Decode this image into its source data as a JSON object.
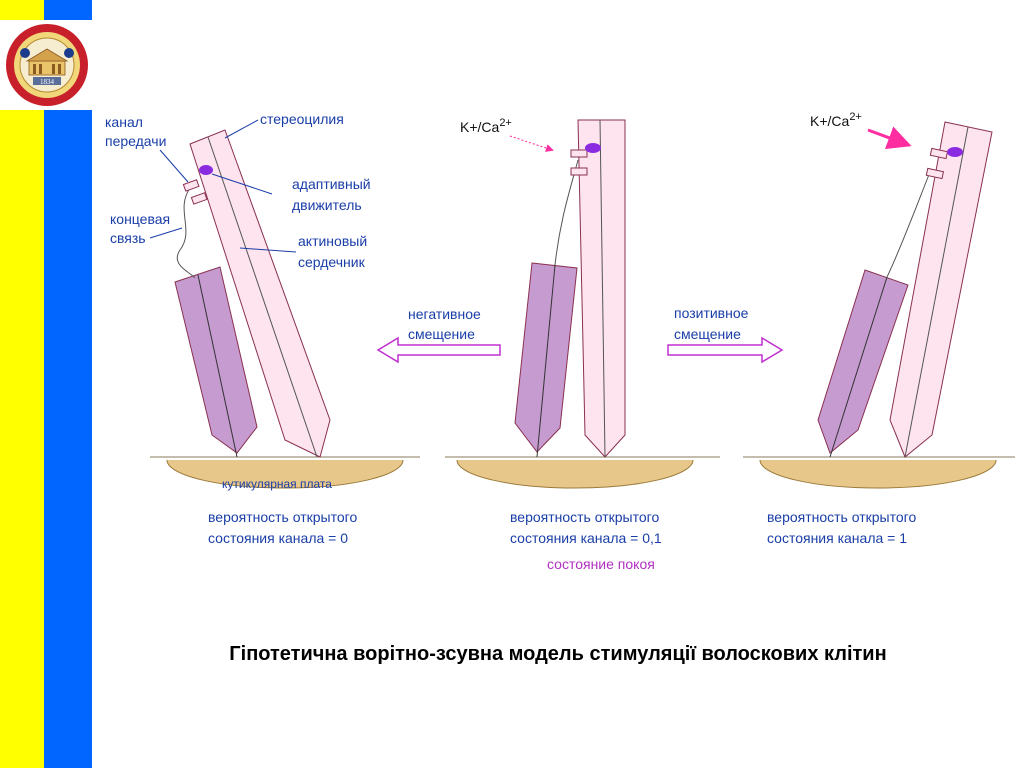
{
  "emblem": {
    "year": "1834"
  },
  "labels": {
    "channel": [
      "канал",
      "передачи"
    ],
    "stereocilia": "стереоцилия",
    "adaptive_motor": [
      "адаптивный",
      "движитель"
    ],
    "tip_link": [
      "концевая",
      "связь"
    ],
    "actin_core": [
      "актиновый",
      "сердечник"
    ],
    "cuticular_plate": "кутикулярная плата",
    "negative_shift": [
      "негативное",
      "смещение"
    ],
    "positive_shift": [
      "позитивное",
      "смещение"
    ],
    "ion_base": "K+/Ca",
    "ion_sup": "2+",
    "resting_state": "состояние покоя"
  },
  "panels": [
    {
      "probability": [
        "вероятность открытого",
        "состояния канала = 0"
      ]
    },
    {
      "probability": [
        "вероятность открытого",
        "состояния канала = 0,1"
      ]
    },
    {
      "probability": [
        "вероятность открытого",
        "состояния канала = 1"
      ]
    }
  ],
  "caption": "Гіпотетична ворітно-зсувна модель стимуляції волоскових клітин",
  "colors": {
    "stereocilium_fill": "#fde4ee",
    "stereocilium_stroke": "#8a3050",
    "short_cilium_fill": "#c59bd0",
    "plate_fill": "#e8c88a",
    "arrow_outline": "#c030d0",
    "ion_arrow": "#ff2ea0",
    "motor": "#8a2be2",
    "label_text": "#1a3ea8"
  }
}
